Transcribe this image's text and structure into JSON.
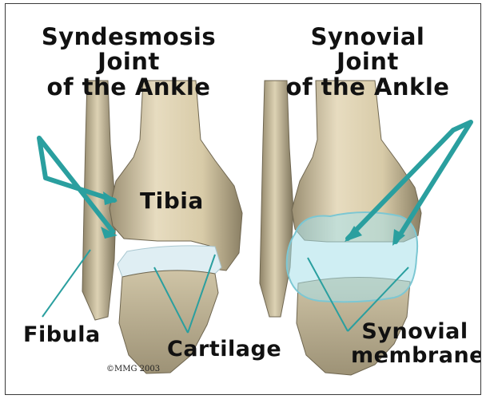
{
  "diagram": {
    "left_title_lines": [
      "Syndesmosis",
      "Joint",
      "of the Ankle"
    ],
    "right_title_lines": [
      "Synovial",
      "Joint",
      "of the Ankle"
    ],
    "labels": {
      "tibia": "Tibia",
      "fibula": "Fibula",
      "cartilage": "Cartilage",
      "synovial_membrane_lines": [
        "Synovial",
        "membrane"
      ]
    },
    "copyright": "©MMG 2003"
  },
  "colors": {
    "bone": "#e3d7b8",
    "cartilage": "#dfeef3",
    "synovial_tint": "#a8e0ea",
    "pointer": "#2a9f9f"
  },
  "icons": [
    "bone-illustration",
    "pointer-arrow"
  ]
}
